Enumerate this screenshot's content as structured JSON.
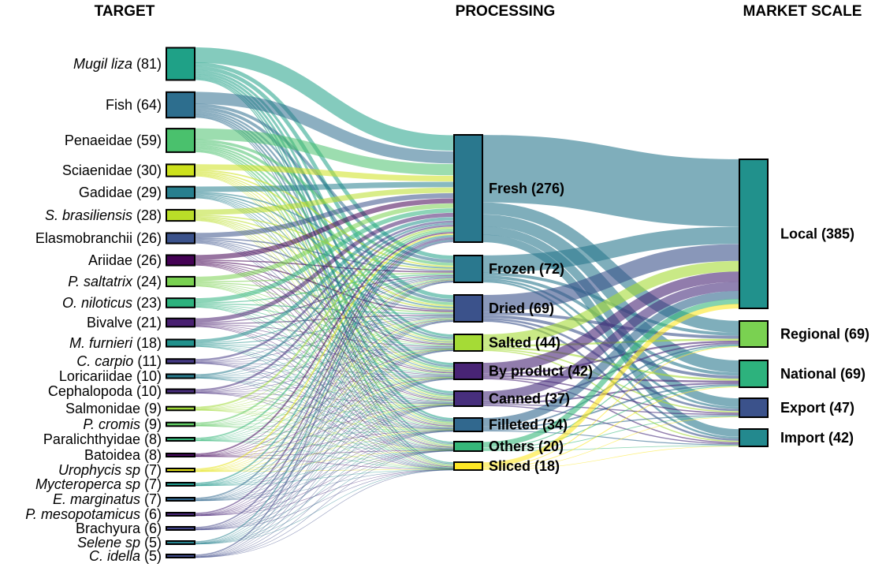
{
  "headers": {
    "target": "TARGET",
    "processing": "PROCESSING",
    "market": "MARKET SCALE"
  },
  "targets": [
    {
      "label": "Mugil liza",
      "italic": true,
      "count": 81,
      "color": "#1fa187"
    },
    {
      "label": "Fish",
      "italic": false,
      "count": 64,
      "color": "#2d6e8e"
    },
    {
      "label": "Penaeidae",
      "italic": false,
      "count": 59,
      "color": "#4ac16d"
    },
    {
      "label": "Sciaenidae",
      "italic": false,
      "count": 30,
      "color": "#cde11d"
    },
    {
      "label": "Gadidae",
      "italic": false,
      "count": 29,
      "color": "#277f8e"
    },
    {
      "label": "S. brasiliensis",
      "italic": true,
      "count": 28,
      "color": "#bade28"
    },
    {
      "label": "Elasmobranchii",
      "italic": false,
      "count": 26,
      "color": "#3b528b"
    },
    {
      "label": "Ariidae",
      "italic": false,
      "count": 26,
      "color": "#440154"
    },
    {
      "label": "P. saltatrix",
      "italic": true,
      "count": 24,
      "color": "#7ad151"
    },
    {
      "label": "O. niloticus",
      "italic": true,
      "count": 23,
      "color": "#2db27d"
    },
    {
      "label": "Bivalve",
      "italic": false,
      "count": 21,
      "color": "#481f70"
    },
    {
      "label": "M. furnieri",
      "italic": true,
      "count": 18,
      "color": "#21918c"
    },
    {
      "label": "C. carpio",
      "italic": true,
      "count": 11,
      "color": "#443983"
    },
    {
      "label": "Loricariidae",
      "italic": false,
      "count": 10,
      "color": "#287c8e"
    },
    {
      "label": "Cephalopoda",
      "italic": false,
      "count": 10,
      "color": "#472d7b"
    },
    {
      "label": "Salmonidae",
      "italic": false,
      "count": 9,
      "color": "#a0da39"
    },
    {
      "label": "P. cromis",
      "italic": true,
      "count": 9,
      "color": "#5ec962"
    },
    {
      "label": "Paralichthyidae",
      "italic": false,
      "count": 8,
      "color": "#35b779"
    },
    {
      "label": "Batoidea",
      "italic": false,
      "count": 8,
      "color": "#46085c"
    },
    {
      "label": "Urophycis sp",
      "italic": true,
      "count": 7,
      "color": "#e5e419"
    },
    {
      "label": "Mycteroperca sp",
      "italic": true,
      "count": 7,
      "color": "#1f988b"
    },
    {
      "label": "E. marginatus",
      "italic": true,
      "count": 7,
      "color": "#31688e"
    },
    {
      "label": "P. mesopotamicus",
      "italic": true,
      "count": 6,
      "color": "#482576"
    },
    {
      "label": "Brachyura",
      "italic": false,
      "count": 6,
      "color": "#414487"
    },
    {
      "label": "Selene sp",
      "italic": true,
      "count": 5,
      "color": "#26828e"
    },
    {
      "label": "C. idella",
      "italic": true,
      "count": 5,
      "color": "#3e4a89"
    }
  ],
  "processing": [
    {
      "label": "Fresh (276)",
      "count": 276,
      "color": "#2a788e"
    },
    {
      "label": "Frozen (72)",
      "count": 72,
      "color": "#2a788e"
    },
    {
      "label": "Dried (69)",
      "count": 69,
      "color": "#3b528b"
    },
    {
      "label": "Salted (44)",
      "count": 44,
      "color": "#a5db36"
    },
    {
      "label": "By product (42)",
      "count": 42,
      "color": "#482475"
    },
    {
      "label": "Canned (37)",
      "count": 37,
      "color": "#472f7d"
    },
    {
      "label": "Filleted (34)",
      "count": 34,
      "color": "#31688e"
    },
    {
      "label": "Others (20)",
      "count": 20,
      "color": "#35b779"
    },
    {
      "label": "Sliced (18)",
      "count": 18,
      "color": "#fde725"
    }
  ],
  "market": [
    {
      "label": "Local (385)",
      "count": 385,
      "color": "#21918c"
    },
    {
      "label": "Regional (69)",
      "count": 69,
      "color": "#7ad151"
    },
    {
      "label": "National (69)",
      "count": 69,
      "color": "#2db27d"
    },
    {
      "label": "Export (47)",
      "count": 47,
      "color": "#3b528b"
    },
    {
      "label": "Import (42)",
      "count": 42,
      "color": "#23898e"
    }
  ]
}
